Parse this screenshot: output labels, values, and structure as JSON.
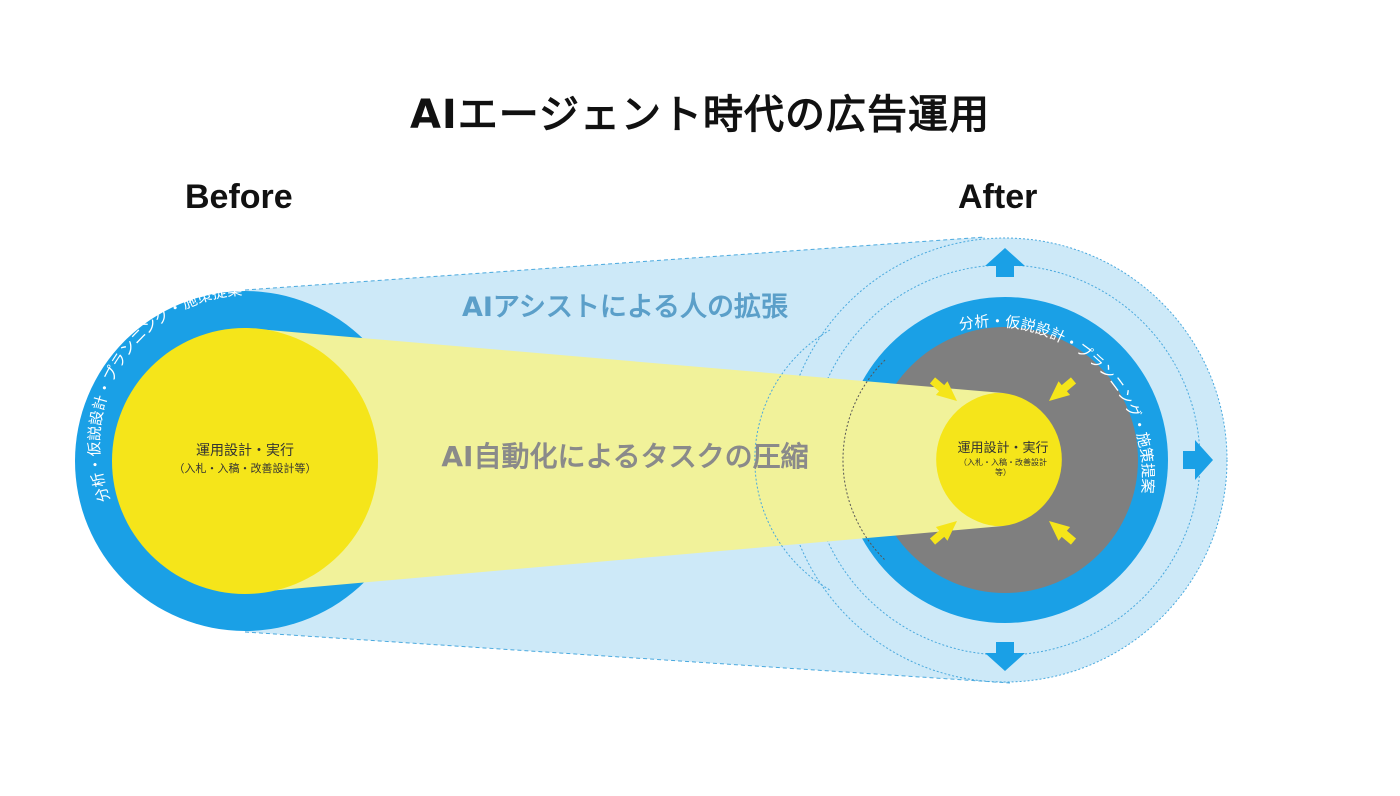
{
  "title": "AIエージェント時代の広告運用",
  "before_label": "Before",
  "after_label": "After",
  "expansion_label": "AIアシストによる人の拡張",
  "compression_label": "AI自動化によるタスクの圧縮",
  "before": {
    "ring_text": "分析・仮説設計・プランニング・施策提案",
    "core_title": "運用設計・実行",
    "core_sub": "（入札・入稿・改善設計等）"
  },
  "after": {
    "ring_text": "分析・仮説設計・プランニング・施策提案",
    "core_title": "運用設計・実行",
    "core_sub_line1": "（入札・入稿・改善設計",
    "core_sub_line2": "等）"
  },
  "colors": {
    "ring_blue": "#1aa0e6",
    "halo_blue": "#cde9f8",
    "core_yellow": "#f5e51a",
    "band_yellow": "#f1f29a",
    "gray": "#7f7f7f",
    "expansion_text": "#5b9fc9",
    "compression_text": "#8a8a8a"
  },
  "icons": {
    "expand_arrows": "arrow-outward-icon",
    "compress_arrows": "arrow-inward-icon"
  }
}
